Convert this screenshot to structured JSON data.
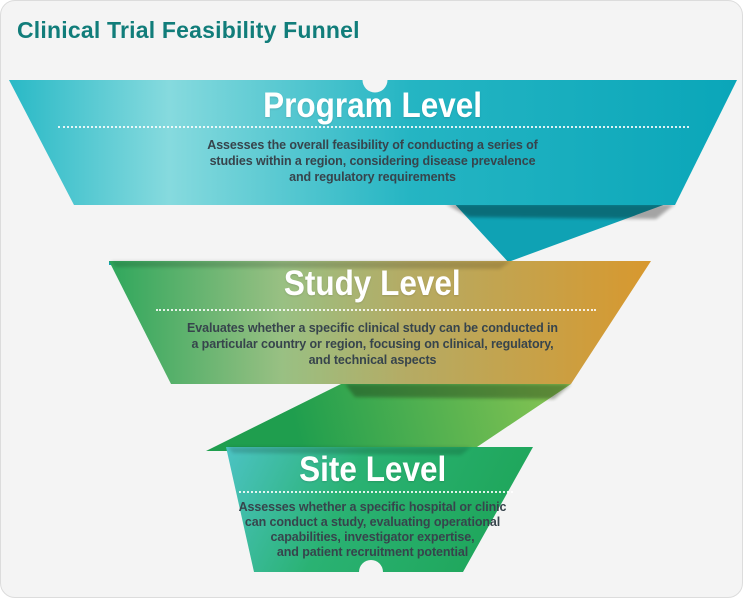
{
  "title": "Clinical Trial Feasibility Funnel",
  "levels": [
    {
      "heading": "Program Level",
      "description": "Assesses the overall feasibility of conducting a series of\nstudies within a region, considering disease prevalence\nand regulatory requirements"
    },
    {
      "heading": "Study Level",
      "description": "Evaluates whether a specific clinical study can be conducted in\na particular country or region, focusing on clinical, regulatory,\nand technical aspects"
    },
    {
      "heading": "Site Level",
      "description": "Assesses whether a specific hospital or clinic\ncan conduct a study, evaluating operational\ncapabilities, investigator expertise,\nand patient recruitment potential"
    }
  ],
  "colors": {
    "card_bg": "#f4f4f4",
    "title_text": "#117d7a",
    "body_text": "#37444c",
    "heading_text": "#ffffff",
    "l1_edge": "#29b9c6",
    "l1_light": "#86dade",
    "l1_mid": "#25b5c3",
    "l1_dark": "#0aa6b9",
    "ribbon1": "#0fa2b4",
    "l2_green": "#2fa75c",
    "l2_sage": "#99c083",
    "l2_olive": "#b5ab64",
    "l2_orange": "#d8982e",
    "ribbon2_dark": "#1f9e4e",
    "ribbon2_light": "#8ac552",
    "l3_cyan": "#4cc3c4",
    "l3_green": "#2ab273",
    "l3_deep": "#1fa65b"
  }
}
